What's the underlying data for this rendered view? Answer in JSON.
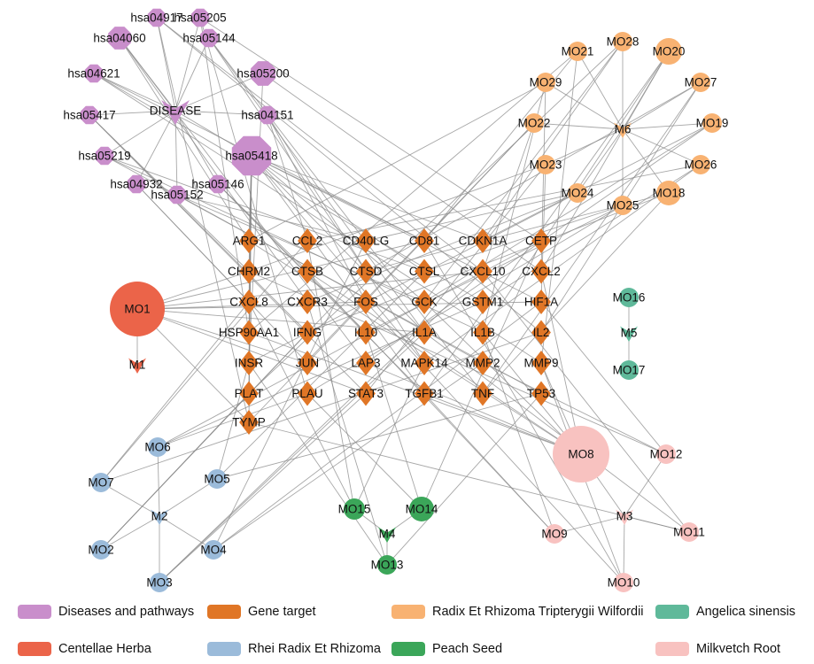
{
  "colors": {
    "disease": "#C98ECB",
    "gene": "#E07626",
    "tripterygii": "#F8B272",
    "angelica": "#5FB99A",
    "centellae": "#EB6449",
    "rhei": "#9BBBDA",
    "peach": "#3BA659",
    "milkvetch": "#F8C2C0",
    "edge": "#8A8A8A"
  },
  "legend": [
    {
      "label": "Diseases and pathways",
      "color": "#C98ECB"
    },
    {
      "label": "Gene target",
      "color": "#E07626"
    },
    {
      "label": "Radix Et Rhizoma Tripterygii Wilfordii",
      "color": "#F8B272"
    },
    {
      "label": "Angelica sinensis",
      "color": "#5FB99A"
    },
    {
      "label": "Centellae Herba",
      "color": "#EB6449"
    },
    {
      "label": "Rhei Radix Et Rhizoma",
      "color": "#9BBBDA"
    },
    {
      "label": "Peach Seed",
      "color": "#3BA659"
    },
    {
      "label": "Milkvetch Root",
      "color": "#F8C2C0"
    }
  ],
  "disease_node": "DISEASE",
  "pathways": [
    "hsa04917",
    "hsa05205",
    "hsa04060",
    "hsa05144",
    "hsa04621",
    "hsa05200",
    "hsa05417",
    "hsa04151",
    "hsa05219",
    "hsa05418",
    "hsa04932",
    "hsa05146",
    "hsa05152"
  ],
  "genes": [
    "ARG1",
    "CCL2",
    "CD40LG",
    "CD81",
    "CDKN1A",
    "CETP",
    "CHRM2",
    "CTSB",
    "CTSD",
    "CTSL",
    "CXCL10",
    "CXCL2",
    "CXCL8",
    "CXCR3",
    "FOS",
    "GCK",
    "GSTM1",
    "HIF1A",
    "HSP90AA1",
    "IFNG",
    "IL10",
    "IL1A",
    "IL1B",
    "IL2",
    "INSR",
    "JUN",
    "LAP3",
    "MAPK14",
    "MMP2",
    "MMP9",
    "PLAT",
    "PLAU",
    "STAT3",
    "TGFB1",
    "TNF",
    "TP53",
    "TYMP"
  ],
  "herbs": [
    {
      "herb": "M1",
      "molecules": [
        "MO1"
      ]
    },
    {
      "herb": "M2",
      "molecules": [
        "MO3",
        "MO4",
        "MO5",
        "MO6",
        "MO7",
        "MO2"
      ]
    },
    {
      "herb": "M3",
      "molecules": [
        "MO8",
        "MO9",
        "MO10",
        "MO11",
        "MO12"
      ]
    },
    {
      "herb": "M4",
      "molecules": [
        "MO13",
        "MO14",
        "MO15"
      ]
    },
    {
      "herb": "M5",
      "molecules": [
        "MO16",
        "MO17"
      ]
    },
    {
      "herb": "M6",
      "molecules": [
        "MO18",
        "MO19",
        "MO20",
        "MO21",
        "MO22",
        "MO23",
        "MO24",
        "MO25",
        "MO26",
        "MO27",
        "MO28",
        "MO29"
      ]
    }
  ]
}
